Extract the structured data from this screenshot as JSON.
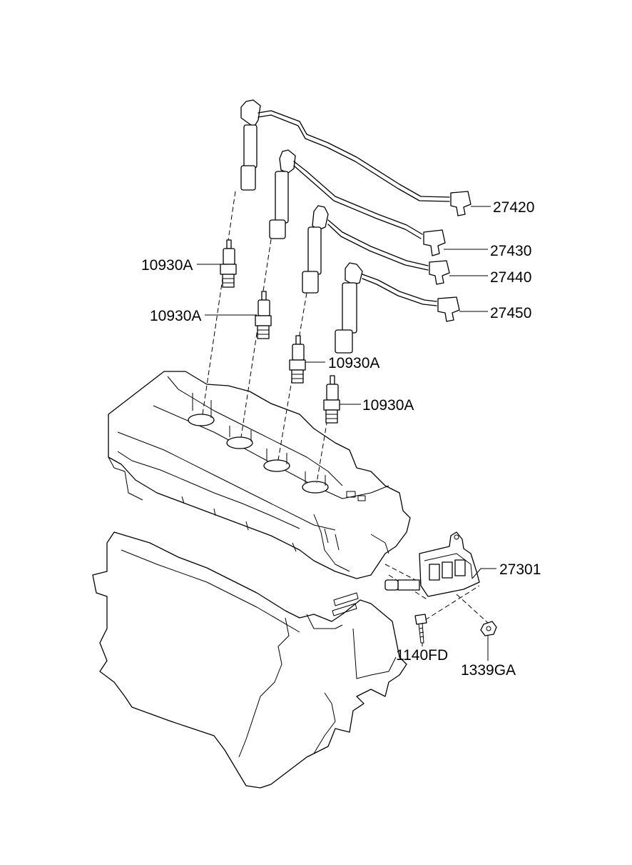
{
  "labels": {
    "wire_1": "27420",
    "wire_2": "27430",
    "wire_3": "27440",
    "wire_4": "27450",
    "plug_1": "10930A",
    "plug_2": "10930A",
    "plug_3": "10930A",
    "plug_4": "10930A",
    "coil": "27301",
    "bolt": "1140FD",
    "nut": "1339GA"
  },
  "colors": {
    "ink": "#000000",
    "paper": "#ffffff"
  }
}
